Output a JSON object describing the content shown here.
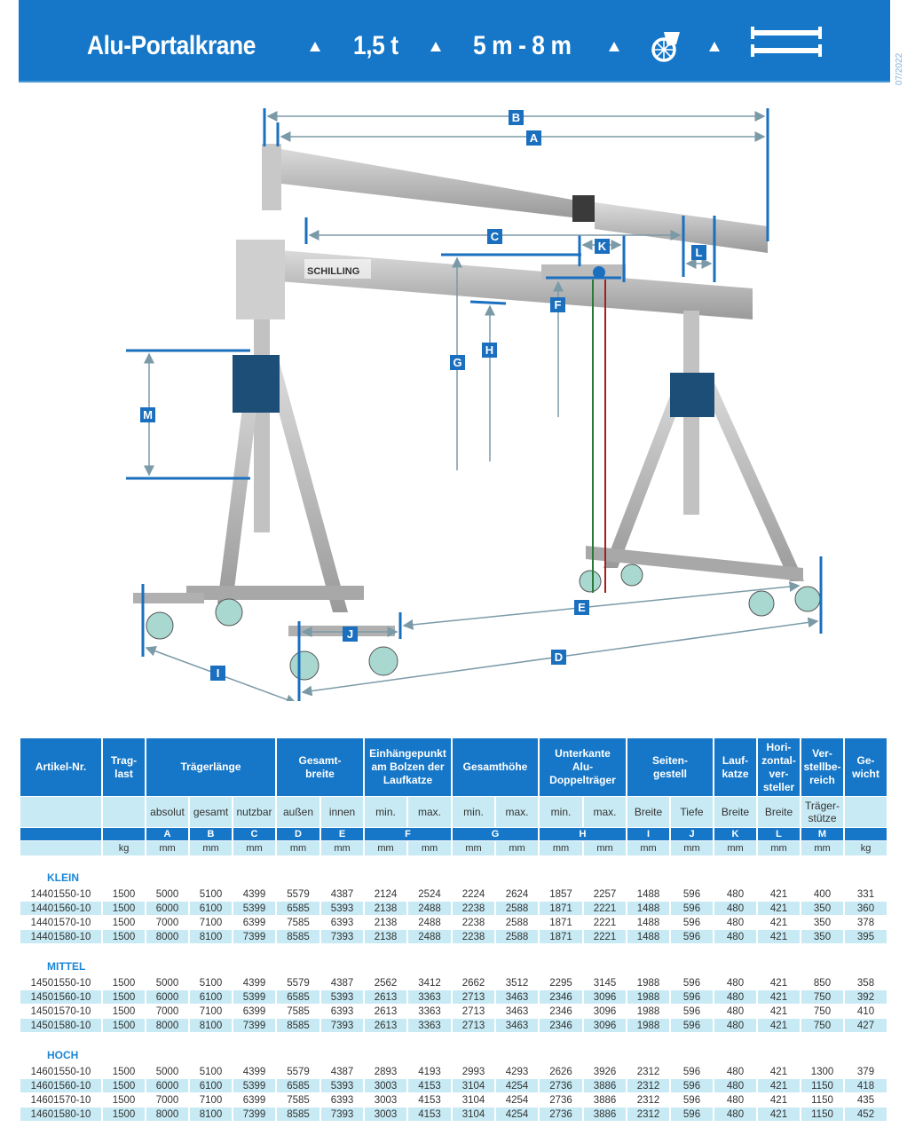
{
  "header": {
    "title": "Alu-Portalkrane",
    "capacity": "1,5 t",
    "length_range": "5 m - 8 m",
    "icons": [
      "caster-wheel-icon",
      "double-beam-icon"
    ],
    "date": "07/2022",
    "color": "#1677c8"
  },
  "diagram": {
    "brand": "SCHILLING",
    "labels": [
      "A",
      "B",
      "C",
      "D",
      "E",
      "F",
      "G",
      "H",
      "I",
      "J",
      "K",
      "L",
      "M"
    ]
  },
  "table": {
    "header_groups": [
      {
        "label": "Artikel-Nr."
      },
      {
        "label": "Trag-\nlast"
      },
      {
        "label": "Trägerlänge"
      },
      {
        "label": "Gesamt-\nbreite"
      },
      {
        "label": "Einhängepunkt\nam Bolzen der\nLaufkatze"
      },
      {
        "label": "Gesamthöhe"
      },
      {
        "label": "Unterkante\nAlu-Doppelträger"
      },
      {
        "label": "Seiten-\ngestell"
      },
      {
        "label": "Lauf-\nkatze"
      },
      {
        "label": "Hori-\nzontal-\nver-\nsteller"
      },
      {
        "label": "Ver-\nstellbe-\nreich"
      },
      {
        "label": "Ge-\nwicht"
      }
    ],
    "sub_headers": [
      "",
      "",
      "absolut",
      "gesamt",
      "nutzbar",
      "außen",
      "innen",
      "min.",
      "max.",
      "min.",
      "max.",
      "min.",
      "max.",
      "Breite",
      "Tiefe",
      "Breite",
      "Breite",
      "Träger-\nstütze",
      ""
    ],
    "letters": [
      "",
      "",
      "A",
      "B",
      "C",
      "D",
      "E",
      "F",
      "G",
      "H",
      "I",
      "J",
      "K",
      "L",
      "M",
      ""
    ],
    "units": [
      "",
      "kg",
      "mm",
      "mm",
      "mm",
      "mm",
      "mm",
      "mm",
      "mm",
      "mm",
      "mm",
      "mm",
      "mm",
      "mm",
      "mm",
      "mm",
      "mm",
      "mm",
      "kg"
    ],
    "groups": [
      {
        "name": "KLEIN",
        "rows": [
          [
            "14401550-10",
            "1500",
            "5000",
            "5100",
            "4399",
            "5579",
            "4387",
            "2124",
            "2524",
            "2224",
            "2624",
            "1857",
            "2257",
            "1488",
            "596",
            "480",
            "421",
            "400",
            "331"
          ],
          [
            "14401560-10",
            "1500",
            "6000",
            "6100",
            "5399",
            "6585",
            "5393",
            "2138",
            "2488",
            "2238",
            "2588",
            "1871",
            "2221",
            "1488",
            "596",
            "480",
            "421",
            "350",
            "360"
          ],
          [
            "14401570-10",
            "1500",
            "7000",
            "7100",
            "6399",
            "7585",
            "6393",
            "2138",
            "2488",
            "2238",
            "2588",
            "1871",
            "2221",
            "1488",
            "596",
            "480",
            "421",
            "350",
            "378"
          ],
          [
            "14401580-10",
            "1500",
            "8000",
            "8100",
            "7399",
            "8585",
            "7393",
            "2138",
            "2488",
            "2238",
            "2588",
            "1871",
            "2221",
            "1488",
            "596",
            "480",
            "421",
            "350",
            "395"
          ]
        ]
      },
      {
        "name": "MITTEL",
        "rows": [
          [
            "14501550-10",
            "1500",
            "5000",
            "5100",
            "4399",
            "5579",
            "4387",
            "2562",
            "3412",
            "2662",
            "3512",
            "2295",
            "3145",
            "1988",
            "596",
            "480",
            "421",
            "850",
            "358"
          ],
          [
            "14501560-10",
            "1500",
            "6000",
            "6100",
            "5399",
            "6585",
            "5393",
            "2613",
            "3363",
            "2713",
            "3463",
            "2346",
            "3096",
            "1988",
            "596",
            "480",
            "421",
            "750",
            "392"
          ],
          [
            "14501570-10",
            "1500",
            "7000",
            "7100",
            "6399",
            "7585",
            "6393",
            "2613",
            "3363",
            "2713",
            "3463",
            "2346",
            "3096",
            "1988",
            "596",
            "480",
            "421",
            "750",
            "410"
          ],
          [
            "14501580-10",
            "1500",
            "8000",
            "8100",
            "7399",
            "8585",
            "7393",
            "2613",
            "3363",
            "2713",
            "3463",
            "2346",
            "3096",
            "1988",
            "596",
            "480",
            "421",
            "750",
            "427"
          ]
        ]
      },
      {
        "name": "HOCH",
        "rows": [
          [
            "14601550-10",
            "1500",
            "5000",
            "5100",
            "4399",
            "5579",
            "4387",
            "2893",
            "4193",
            "2993",
            "4293",
            "2626",
            "3926",
            "2312",
            "596",
            "480",
            "421",
            "1300",
            "379"
          ],
          [
            "14601560-10",
            "1500",
            "6000",
            "6100",
            "5399",
            "6585",
            "5393",
            "3003",
            "4153",
            "3104",
            "4254",
            "2736",
            "3886",
            "2312",
            "596",
            "480",
            "421",
            "1150",
            "418"
          ],
          [
            "14601570-10",
            "1500",
            "7000",
            "7100",
            "6399",
            "7585",
            "6393",
            "3003",
            "4153",
            "3104",
            "4254",
            "2736",
            "3886",
            "2312",
            "596",
            "480",
            "421",
            "1150",
            "435"
          ],
          [
            "14601580-10",
            "1500",
            "8000",
            "8100",
            "7399",
            "8585",
            "7393",
            "3003",
            "4153",
            "3104",
            "4254",
            "2736",
            "3886",
            "2312",
            "596",
            "480",
            "421",
            "1150",
            "452"
          ]
        ]
      }
    ]
  }
}
